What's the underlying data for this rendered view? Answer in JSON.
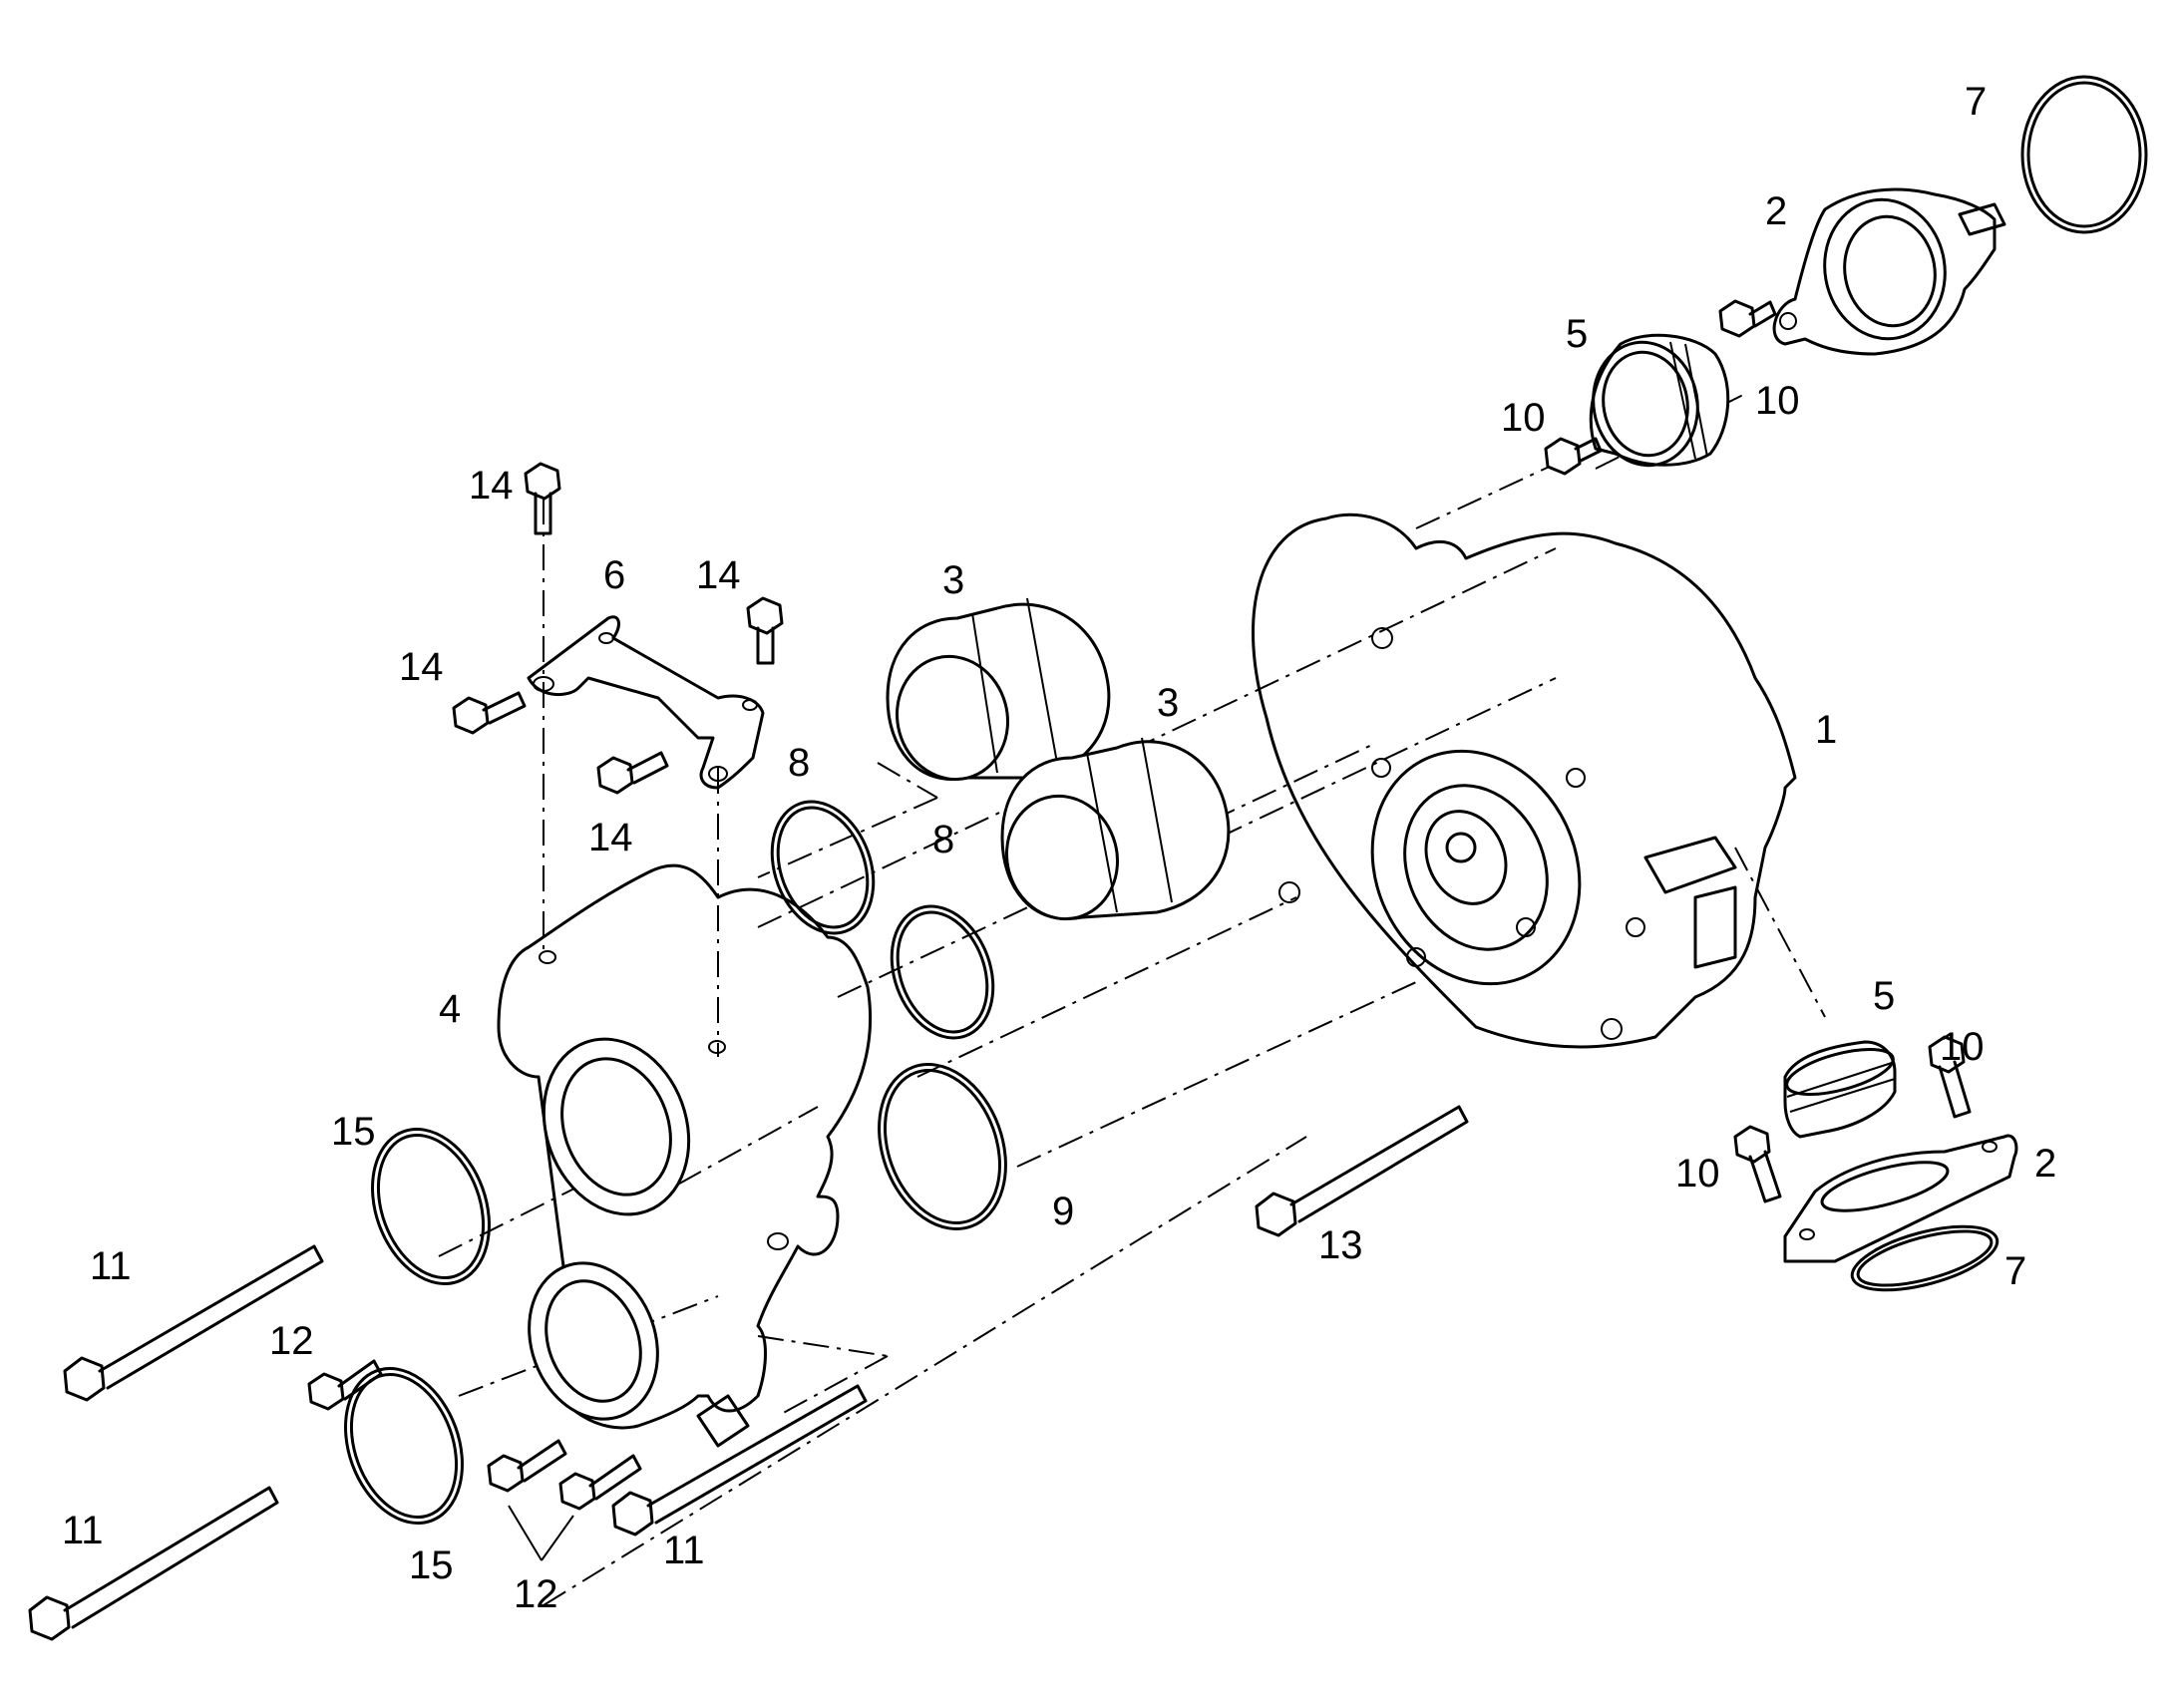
{
  "callouts": [
    {
      "id": "c1",
      "number": "1"
    },
    {
      "id": "c2a",
      "number": "2"
    },
    {
      "id": "c2b",
      "number": "2"
    },
    {
      "id": "c3a",
      "number": "3"
    },
    {
      "id": "c3b",
      "number": "3"
    },
    {
      "id": "c4",
      "number": "4"
    },
    {
      "id": "c5a",
      "number": "5"
    },
    {
      "id": "c5b",
      "number": "5"
    },
    {
      "id": "c6",
      "number": "6"
    },
    {
      "id": "c7a",
      "number": "7"
    },
    {
      "id": "c7b",
      "number": "7"
    },
    {
      "id": "c8a",
      "number": "8"
    },
    {
      "id": "c8b",
      "number": "8"
    },
    {
      "id": "c9",
      "number": "9"
    },
    {
      "id": "c10a",
      "number": "10"
    },
    {
      "id": "c10b",
      "number": "10"
    },
    {
      "id": "c10c",
      "number": "10"
    },
    {
      "id": "c10d",
      "number": "10"
    },
    {
      "id": "c11a",
      "number": "11"
    },
    {
      "id": "c11b",
      "number": "11"
    },
    {
      "id": "c11c",
      "number": "11"
    },
    {
      "id": "c12a",
      "number": "12"
    },
    {
      "id": "c12b",
      "number": "12"
    },
    {
      "id": "c13",
      "number": "13"
    },
    {
      "id": "c14a",
      "number": "14"
    },
    {
      "id": "c14b",
      "number": "14"
    },
    {
      "id": "c14c",
      "number": "14"
    },
    {
      "id": "c14d",
      "number": "14"
    },
    {
      "id": "c15a",
      "number": "15"
    },
    {
      "id": "c15b",
      "number": "15"
    }
  ]
}
